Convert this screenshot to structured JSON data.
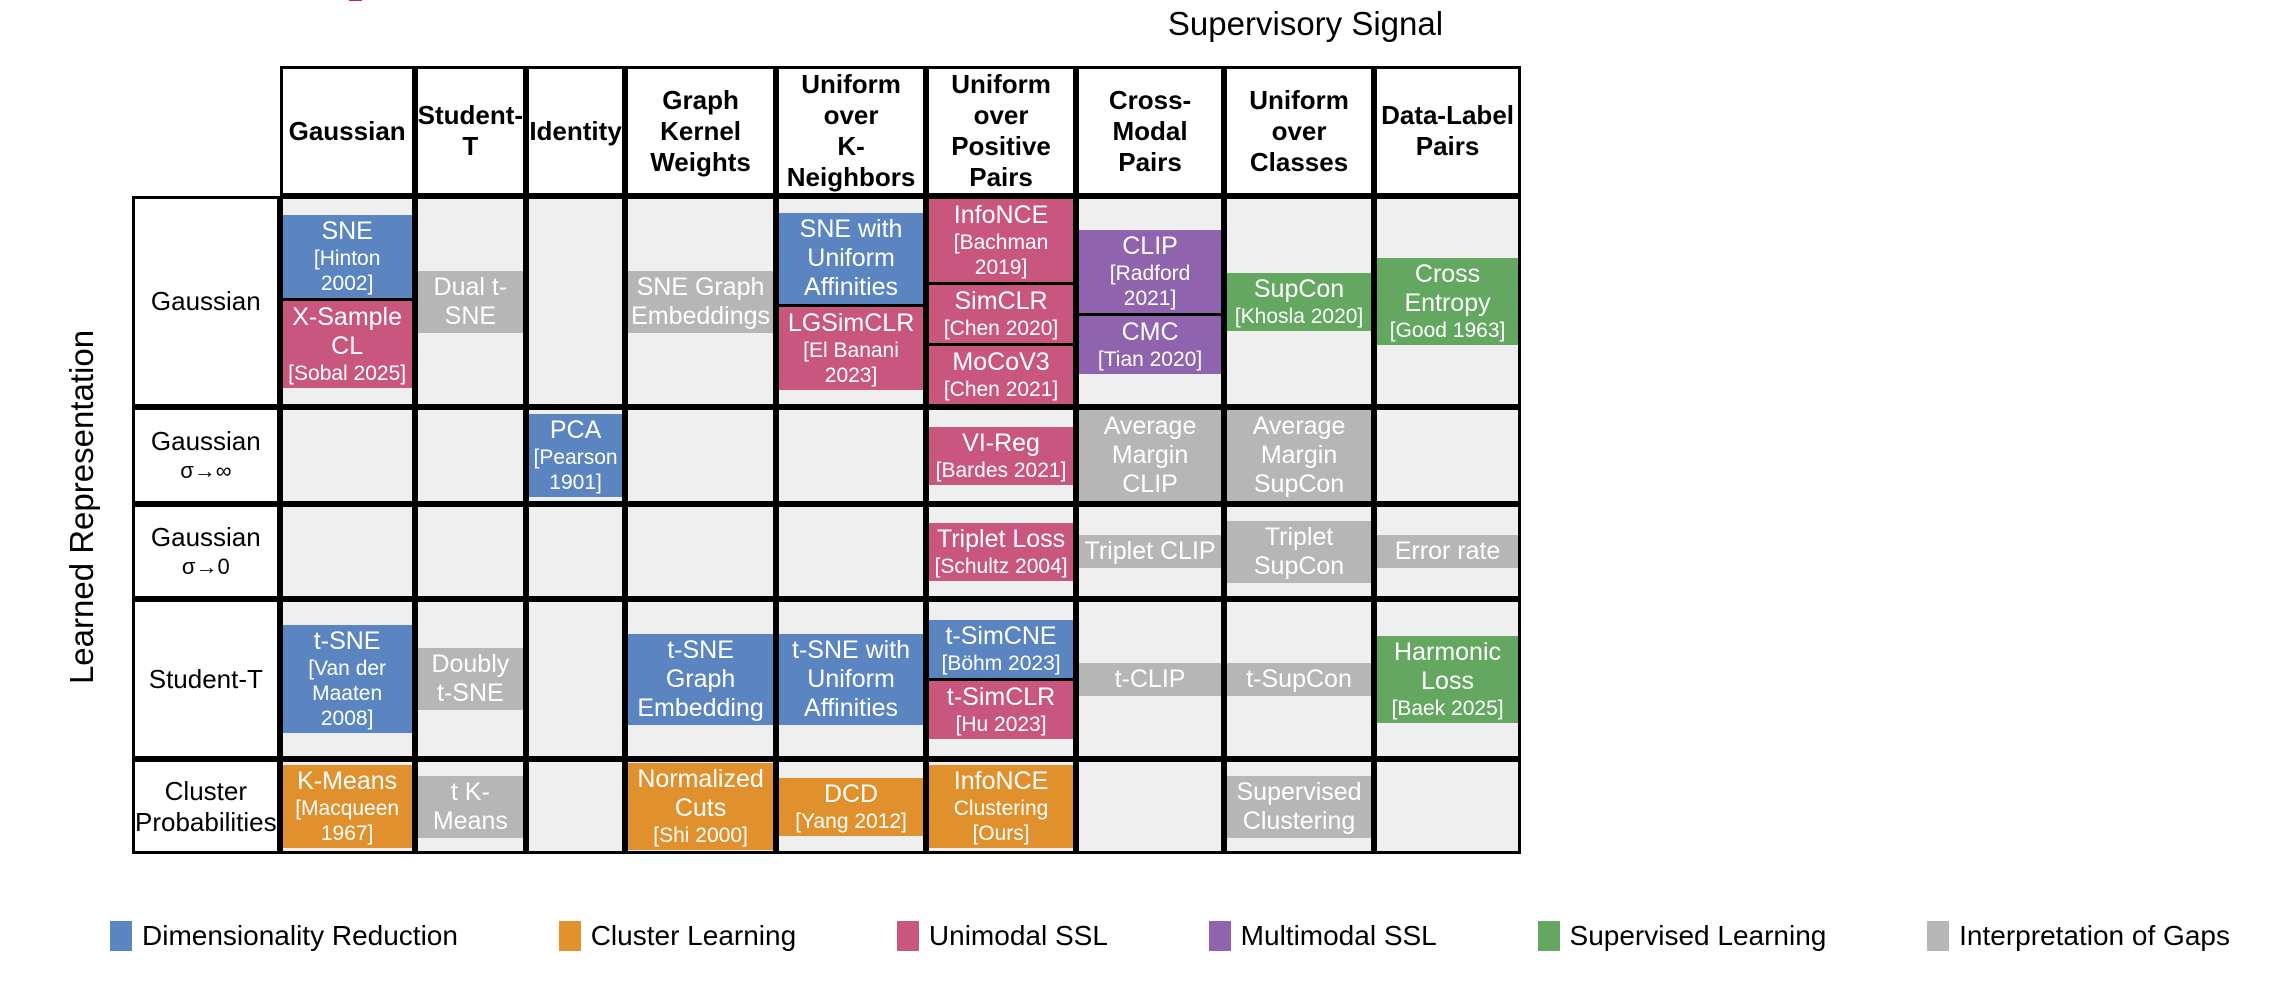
{
  "title": "Supervisory Signal",
  "row_axis_label": "Learned Representation",
  "colors": {
    "dimensionality_reduction": "#5b85c0",
    "cluster_learning": "#e0902d",
    "unimodal_ssl": "#c9567f",
    "multimodal_ssl": "#8f63ae",
    "supervised_learning": "#63a761",
    "interpretation_of_gaps": "#b6b6b6",
    "empty": "#efefef",
    "border": "#000000"
  },
  "columns": [
    {
      "line1": "Gaussian",
      "line2": ""
    },
    {
      "line1": "Student-T",
      "line2": ""
    },
    {
      "line1": "Identity",
      "line2": ""
    },
    {
      "line1": "Graph Kernel",
      "line2": "Weights"
    },
    {
      "line1": "Uniform over",
      "line2": "K-Neighbors"
    },
    {
      "line1": "Uniform over",
      "line2": "Positive Pairs"
    },
    {
      "line1": "Cross-Modal",
      "line2": "Pairs"
    },
    {
      "line1": "Uniform over",
      "line2": "Classes"
    },
    {
      "line1": "Data-Label",
      "line2": "Pairs"
    }
  ],
  "rows": [
    {
      "label": "Gaussian",
      "sublabel": "",
      "cells": [
        {
          "blocks": [
            {
              "name": "SNE",
              "cite": "[Hinton 2002]",
              "color": "blue"
            },
            {
              "name": "X-Sample CL",
              "cite": "[Sobal 2025]",
              "color": "pink"
            }
          ]
        },
        {
          "blocks": [
            {
              "name": "Dual t-SNE",
              "cite": "",
              "color": "gray"
            }
          ]
        },
        {
          "blocks": [
            {
              "name": "",
              "cite": "",
              "color": "none"
            }
          ]
        },
        {
          "blocks": [
            {
              "name": "SNE Graph Embeddings",
              "cite": "",
              "color": "gray"
            }
          ]
        },
        {
          "blocks": [
            {
              "name": "SNE with Uniform Affinities",
              "cite": "",
              "color": "blue"
            },
            {
              "name": "LGSimCLR",
              "cite": "[El Banani 2023]",
              "color": "pink"
            }
          ]
        },
        {
          "blocks": [
            {
              "name": "InfoNCE",
              "cite": "[Bachman 2019]",
              "color": "pink"
            },
            {
              "name": "SimCLR",
              "cite": "[Chen 2020]",
              "color": "pink"
            },
            {
              "name": "MoCoV3",
              "cite": "[Chen 2021]",
              "color": "pink"
            }
          ]
        },
        {
          "blocks": [
            {
              "name": "CLIP",
              "cite": "[Radford 2021]",
              "color": "purple"
            },
            {
              "name": "CMC",
              "cite": "[Tian 2020]",
              "color": "purple"
            }
          ]
        },
        {
          "blocks": [
            {
              "name": "SupCon",
              "cite": "[Khosla 2020]",
              "color": "green"
            }
          ]
        },
        {
          "blocks": [
            {
              "name": "Cross Entropy",
              "cite": "[Good 1963]",
              "color": "green"
            }
          ]
        }
      ]
    },
    {
      "label": "Gaussian",
      "sublabel": "σ→0\u0000",
      "cells": []
    },
    {
      "label": "Gaussian",
      "sublabel": "",
      "cells": []
    },
    {
      "label": "Student-T",
      "sublabel": "",
      "cells": [
        {
          "blocks": [
            {
              "name": "t-SNE",
              "cite": "[Van der Maaten 2008]",
              "color": "blue"
            }
          ]
        },
        {
          "blocks": [
            {
              "name": "Doubly t-SNE",
              "cite": "",
              "color": "gray"
            }
          ]
        },
        {
          "blocks": [
            {
              "name": "",
              "cite": "",
              "color": "none"
            }
          ]
        },
        {
          "blocks": [
            {
              "name": "t-SNE Graph Embedding",
              "cite": "",
              "color": "blue"
            }
          ]
        },
        {
          "blocks": [
            {
              "name": "t-SNE with Uniform Affinities",
              "cite": "",
              "color": "blue"
            }
          ]
        },
        {
          "blocks": [
            {
              "name": "t-SimCNE",
              "cite": "[Böhm 2023]",
              "color": "blue"
            },
            {
              "name": "t-SimCLR",
              "cite": "[Hu 2023]",
              "color": "pink"
            }
          ]
        },
        {
          "blocks": [
            {
              "name": "t-CLIP",
              "cite": "",
              "color": "gray"
            }
          ]
        },
        {
          "blocks": [
            {
              "name": "t-SupCon",
              "cite": "",
              "color": "gray"
            }
          ]
        },
        {
          "blocks": [
            {
              "name": "Harmonic Loss",
              "cite": "[Baek 2025]",
              "color": "green"
            }
          ]
        }
      ]
    },
    {
      "label": "Cluster Probabilities",
      "sublabel": "",
      "cells": [
        {
          "blocks": [
            {
              "name": "K-Means",
              "cite": "[Macqueen 1967]",
              "color": "orange"
            }
          ]
        },
        {
          "blocks": [
            {
              "name": "t K-Means",
              "cite": "",
              "color": "gray"
            }
          ]
        },
        {
          "blocks": [
            {
              "name": "",
              "cite": "",
              "color": "none"
            }
          ]
        },
        {
          "blocks": [
            {
              "name": "Normalized Cuts",
              "cite": "[Shi 2000]",
              "color": "orange"
            }
          ]
        },
        {
          "blocks": [
            {
              "name": "DCD",
              "cite": "[Yang 2012]",
              "color": "orange"
            }
          ]
        },
        {
          "blocks": [
            {
              "name": "InfoNCE",
              "cite": "Clustering [Ours]",
              "color": "orange"
            }
          ]
        },
        {
          "blocks": [
            {
              "name": "",
              "cite": "",
              "color": "none"
            }
          ]
        },
        {
          "blocks": [
            {
              "name": "Supervised Clustering",
              "cite": "",
              "color": "gray"
            }
          ]
        },
        {
          "blocks": [
            {
              "name": "",
              "cite": "",
              "color": "none"
            }
          ]
        }
      ]
    }
  ],
  "row2": {
    "label": "Gaussian",
    "sublabel": "σ→∞",
    "cells": [
      {
        "blocks": [
          {
            "name": "",
            "cite": "",
            "color": "none"
          }
        ]
      },
      {
        "blocks": [
          {
            "name": "",
            "cite": "",
            "color": "none"
          }
        ]
      },
      {
        "blocks": [
          {
            "name": "PCA",
            "cite": "[Pearson 1901]",
            "color": "blue"
          }
        ]
      },
      {
        "blocks": [
          {
            "name": "",
            "cite": "",
            "color": "none"
          }
        ]
      },
      {
        "blocks": [
          {
            "name": "",
            "cite": "",
            "color": "none"
          }
        ]
      },
      {
        "blocks": [
          {
            "name": "VI-Reg",
            "cite": "[Bardes 2021]",
            "color": "pink"
          }
        ]
      },
      {
        "blocks": [
          {
            "name": "Average Margin CLIP",
            "cite": "",
            "color": "gray"
          }
        ]
      },
      {
        "blocks": [
          {
            "name": "Average Margin SupCon",
            "cite": "",
            "color": "gray"
          }
        ]
      },
      {
        "blocks": [
          {
            "name": "",
            "cite": "",
            "color": "none"
          }
        ]
      }
    ]
  },
  "row3": {
    "label": "Gaussian",
    "sublabel": "σ→0",
    "cells": [
      {
        "blocks": [
          {
            "name": "",
            "cite": "",
            "color": "none"
          }
        ]
      },
      {
        "blocks": [
          {
            "name": "",
            "cite": "",
            "color": "none"
          }
        ]
      },
      {
        "blocks": [
          {
            "name": "",
            "cite": "",
            "color": "none"
          }
        ]
      },
      {
        "blocks": [
          {
            "name": "",
            "cite": "",
            "color": "none"
          }
        ]
      },
      {
        "blocks": [
          {
            "name": "",
            "cite": "",
            "color": "none"
          }
        ]
      },
      {
        "blocks": [
          {
            "name": "Triplet Loss",
            "cite": "[Schultz 2004]",
            "color": "pink"
          }
        ]
      },
      {
        "blocks": [
          {
            "name": "Triplet CLIP",
            "cite": "",
            "color": "gray"
          }
        ]
      },
      {
        "blocks": [
          {
            "name": "Triplet SupCon",
            "cite": "",
            "color": "gray"
          }
        ]
      },
      {
        "blocks": [
          {
            "name": "Error rate",
            "cite": "",
            "color": "gray"
          }
        ]
      }
    ]
  },
  "legend": [
    {
      "label": "Dimensionality Reduction",
      "color": "#5b85c0"
    },
    {
      "label": "Cluster Learning",
      "color": "#e0902d"
    },
    {
      "label": "Unimodal SSL",
      "color": "#c9567f"
    },
    {
      "label": "Multimodal SSL",
      "color": "#8f63ae"
    },
    {
      "label": "Supervised Learning",
      "color": "#63a761"
    },
    {
      "label": "Interpretation of Gaps",
      "color": "#b6b6b6"
    }
  ]
}
